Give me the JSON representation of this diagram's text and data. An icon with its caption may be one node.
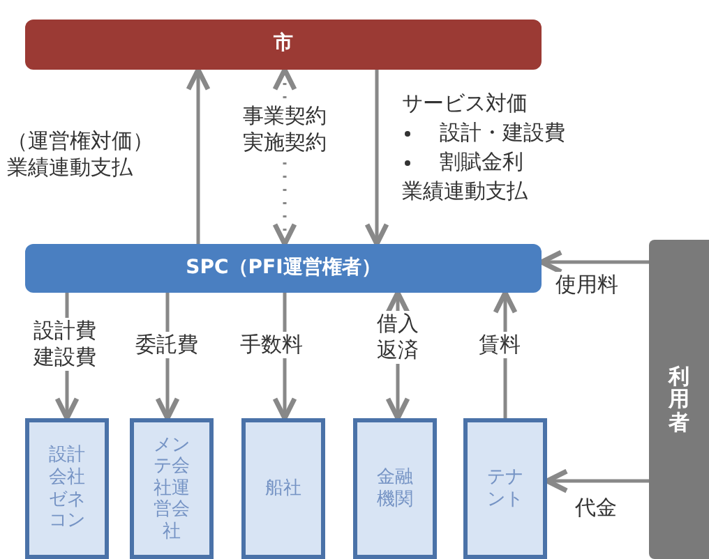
{
  "diagram": {
    "nodes": [
      {
        "text": [
          "市"
        ]
      },
      {
        "text": [
          "SPC（PFI運営権者）"
        ]
      },
      {
        "text": [
          "利用者"
        ]
      },
      {
        "text": [
          "設計会社ゼネコン"
        ]
      },
      {
        "text": [
          "メンテ会社運営会社"
        ]
      },
      {
        "text": [
          "船社"
        ]
      },
      {
        "text": [
          "金融機関"
        ]
      },
      {
        "text": [
          "テナント"
        ]
      }
    ],
    "edges": [
      {
        "from": 1,
        "to": 0,
        "arrow": "to",
        "label": "（運営権対価）業績連動支払"
      },
      {
        "from": 0,
        "to": 1,
        "arrow": "both",
        "style": "dashed",
        "label": "事業契約実施契約"
      },
      {
        "from": 0,
        "to": 1,
        "arrow": "to"
      },
      {
        "from": 2,
        "to": 1,
        "arrow": "to",
        "label": "使用料"
      },
      {
        "from": 1,
        "to": 3,
        "arrow": "to",
        "label": "設計費建設費"
      },
      {
        "from": 1,
        "to": 4,
        "arrow": "to",
        "label": "委託費"
      },
      {
        "from": 1,
        "to": 5,
        "arrow": "to",
        "label": "手数料"
      },
      {
        "from": 1,
        "to": 6,
        "arrow": "both",
        "label": "借入返済"
      },
      {
        "from": 7,
        "to": 1,
        "arrow": "to",
        "label": "賃料"
      },
      {
        "from": 2,
        "to": 7,
        "arrow": "to",
        "label": "代金"
      }
    ],
    "labels": [
      "サービス対価",
      "設計・建設費",
      "割賦金利",
      "業績連動支払"
    ]
  }
}
